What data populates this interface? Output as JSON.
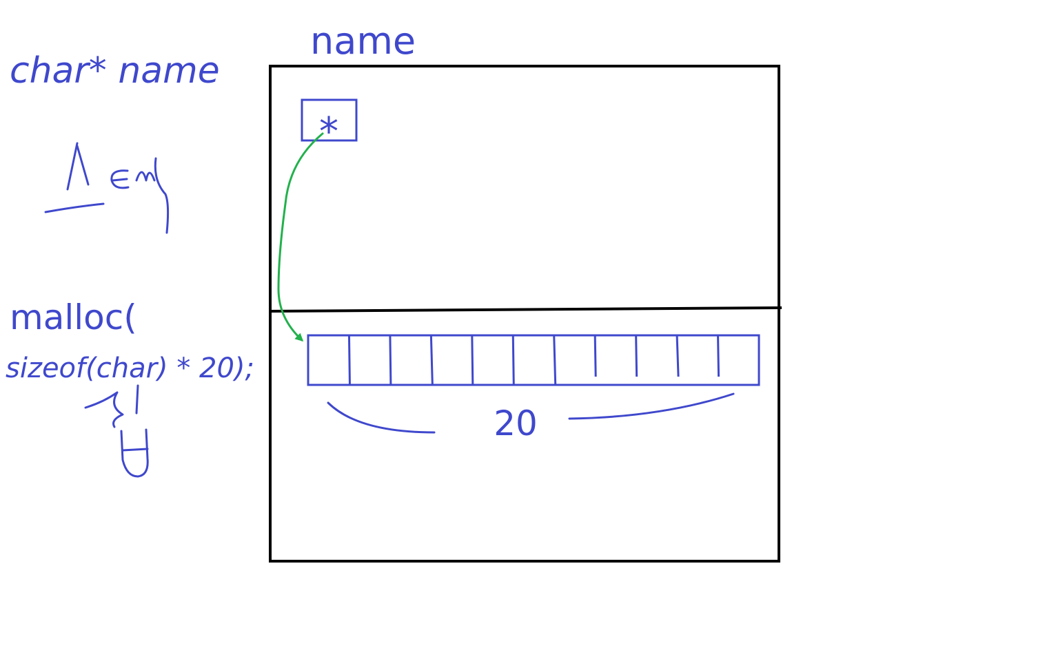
{
  "colors": {
    "ink": "#3F48CC",
    "frame": "#000000",
    "arrow": "#22B14C",
    "background": "#FFFFFF"
  },
  "labels": {
    "declaration": "char* name",
    "memory_label": "name",
    "pointer_symbol": "*",
    "malloc_line1": "malloc(",
    "malloc_line2": "sizeof(char) * 20);",
    "array_size": "20"
  },
  "array": {
    "cell_count": 11
  }
}
